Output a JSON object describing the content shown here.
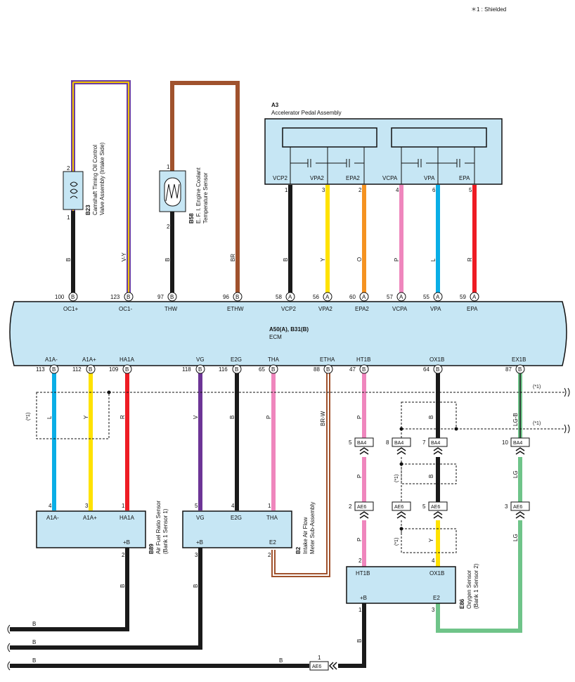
{
  "note": "＊1 : Shielded",
  "colors": {
    "black": "#1a1a1a",
    "yellow": "#ffe200",
    "orange": "#f59321",
    "pink": "#ef86bd",
    "blue": "#0aaee6",
    "red": "#ee1c24",
    "violet": "#6d3596",
    "brown": "#a0522d",
    "green": "#6fc489",
    "box": "#c6e6f4",
    "purpleStripe": "#6b3fa0",
    "yellowStripe": "#f2c500"
  },
  "ecm": {
    "codes": "A50(A), B31(B)",
    "name": "ECM"
  },
  "a3": {
    "code": "A3",
    "name": "Accelerator Pedal Assembly"
  },
  "b23": {
    "code": "B23",
    "line1": "Camshaft Timing Oil Control",
    "line2": "Valve Assembly (Intake Side)",
    "pin_top": "2",
    "pin_bot": "1"
  },
  "b58": {
    "code": "B58",
    "line1": "E. F. I. Engine Coolant",
    "line2": "Temperature Sensor",
    "pin_top": "1",
    "pin_bot": "2"
  },
  "b89": {
    "code": "B89",
    "line1": "Air Fuel Ratio Sensor",
    "line2": "(Bank 1 Sensor 1)"
  },
  "b2": {
    "code": "B2",
    "line1": "Intake Air Flow",
    "line2": "Meter Sub-Assembly"
  },
  "e86": {
    "code": "E86",
    "line1": "Oxygen Sensor",
    "line2": "(Bank 1 Sensor 2)"
  },
  "top_wires": [
    {
      "id": "oc1p",
      "color_code": "B",
      "pin": "100",
      "conn": "B",
      "term": "OC1+"
    },
    {
      "id": "oc1m",
      "color_code": "V-Y",
      "pin": "123",
      "conn": "B",
      "term": "OC1-"
    },
    {
      "id": "thw",
      "color_code": "B",
      "pin": "97",
      "conn": "B",
      "term": "THW"
    },
    {
      "id": "ethw",
      "color_code": "BR",
      "pin": "96",
      "conn": "B",
      "term": "ETHW"
    },
    {
      "id": "vcp2",
      "color_code": "B",
      "pin": "58",
      "conn": "A",
      "term": "VCP2",
      "a3pin": "1"
    },
    {
      "id": "vpa2",
      "color_code": "Y",
      "pin": "56",
      "conn": "A",
      "term": "VPA2",
      "a3pin": "3"
    },
    {
      "id": "epa2",
      "color_code": "O",
      "pin": "60",
      "conn": "A",
      "term": "EPA2",
      "a3pin": "2"
    },
    {
      "id": "vcpa",
      "color_code": "P",
      "pin": "57",
      "conn": "A",
      "term": "VCPA",
      "a3pin": "4"
    },
    {
      "id": "vpa",
      "color_code": "L",
      "pin": "55",
      "conn": "A",
      "term": "VPA",
      "a3pin": "6"
    },
    {
      "id": "epa",
      "color_code": "R",
      "pin": "59",
      "conn": "A",
      "term": "EPA",
      "a3pin": "5"
    }
  ],
  "bottom_wires": [
    {
      "id": "a1am",
      "term": "A1A-",
      "pin": "113",
      "conn": "B",
      "color_code": "L",
      "sensor_pin": "4"
    },
    {
      "id": "a1ap",
      "term": "A1A+",
      "pin": "112",
      "conn": "B",
      "color_code": "Y",
      "sensor_pin": "3"
    },
    {
      "id": "ha1a",
      "term": "HA1A",
      "pin": "109",
      "conn": "B",
      "color_code": "R",
      "sensor_pin": "1"
    },
    {
      "id": "vg",
      "term": "VG",
      "pin": "118",
      "conn": "B",
      "color_code": "V",
      "sensor_pin": "5"
    },
    {
      "id": "e2g",
      "term": "E2G",
      "pin": "116",
      "conn": "B",
      "color_code": "B",
      "sensor_pin": "4"
    },
    {
      "id": "tha",
      "term": "THA",
      "pin": "65",
      "conn": "B",
      "color_code": "P",
      "sensor_pin": "1"
    },
    {
      "id": "etha",
      "term": "ETHA",
      "pin": "88",
      "conn": "B",
      "color_code": "BR-W"
    },
    {
      "id": "ht1b",
      "term": "HT1B",
      "pin": "47",
      "conn": "B",
      "color_code": "P"
    },
    {
      "id": "ox1b",
      "term": "OX1B",
      "pin": "64",
      "conn": "B",
      "color_code": "B"
    },
    {
      "id": "ex1b",
      "term": "EX1B",
      "pin": "87",
      "conn": "B",
      "color_code": "LG-B"
    }
  ],
  "misc": {
    "shield": "(*1)",
    "plusB": "+B",
    "e2": "E2",
    "B": "B",
    "Y": "Y",
    "P": "P",
    "LG": "LG",
    "ba4": "BA4",
    "ae6": "AE6",
    "pin1": "1",
    "pin2": "2",
    "pin3": "3",
    "pin4": "4",
    "pin5": "5",
    "pin7": "7",
    "pin8": "8",
    "pin10": "10",
    "ht1b": "HT1B",
    "ox1b": "OX1B",
    "vg": "VG",
    "e2g": "E2G",
    "tha": "THA",
    "a1am": "A1A-",
    "a1ap": "A1A+",
    "ha1a": "HA1A"
  }
}
